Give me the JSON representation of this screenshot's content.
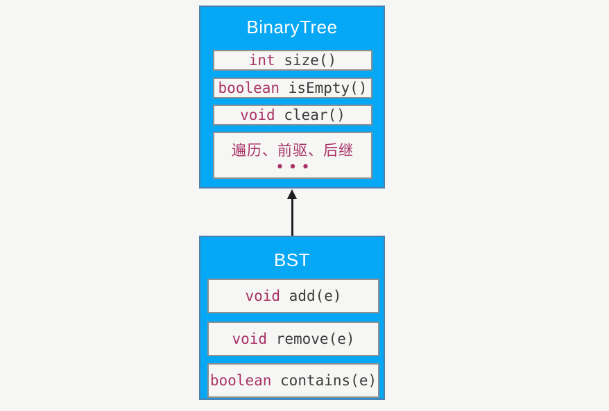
{
  "colors": {
    "page_bg": "#f6f6f4",
    "box_fill": "#06a7f4",
    "box_border": "#4e81ad",
    "method_fill": "#f6f6f4",
    "method_border": "#8f8f8f",
    "keyword": "#a93366",
    "code": "#3b3b3b",
    "title": "#ffffff",
    "arrow": "#1e1e1e"
  },
  "diagram": {
    "parent_class": {
      "title": "BinaryTree",
      "methods": [
        {
          "keyword": "int",
          "rest": " size()"
        },
        {
          "keyword": "boolean",
          "rest": " isEmpty()"
        },
        {
          "keyword": "void",
          "rest": " clear()"
        }
      ],
      "note_line1": "遍历、前驱、后继",
      "note_line2": "•••"
    },
    "relationship": "inheritance-arrow-from-child-to-parent",
    "child_class": {
      "title": "BST",
      "methods": [
        {
          "keyword": "void",
          "rest": " add(e)"
        },
        {
          "keyword": "void",
          "rest": " remove(e)"
        },
        {
          "keyword": "boolean",
          "rest": " contains(e)"
        }
      ]
    }
  }
}
